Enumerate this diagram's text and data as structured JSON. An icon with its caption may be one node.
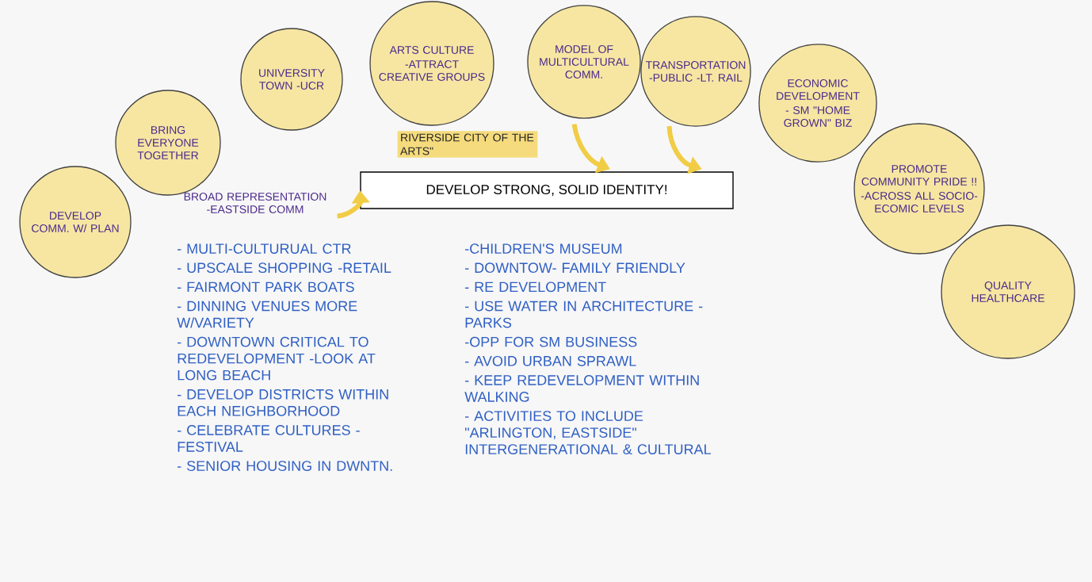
{
  "diagram": {
    "nodes": [
      {
        "text": [
          "DEVELOP COMM. W/ PLAN"
        ]
      },
      {
        "text": [
          "BRING EVERYONE TOGETHER",
          "BROAD REPRESENTATION -EASTSIDE COMM"
        ]
      },
      {
        "text": [
          "UNIVERSITY TOWN -UCR"
        ]
      },
      {
        "text": [
          "ARTS CULTURE",
          "-ATTRACT CREATIVE GROUPS"
        ],
        "beside": [
          "RIVERSIDE CITY OF THE ARTS\""
        ]
      },
      {
        "text": [
          "MODEL OF MULTICULTURAL COMM."
        ]
      },
      {
        "text": [
          "TRANSPORTATION -PUBLIC -LT. RAIL"
        ]
      },
      {
        "text": [
          "ECONOMIC DEVELOPMENT",
          "- SM \"HOME GROWN\" BIZ"
        ]
      },
      {
        "text": [
          "PROMOTE COMMUNITY PRIDE !!",
          "-ACROSS ALL SOCIO-ECOMIC LEVELS"
        ]
      },
      {
        "text": [
          "QUALITY HEALTHCARE"
        ]
      },
      {
        "text": [
          "DEVELOP STRONG, SOLID IDENTITY!"
        ]
      }
    ],
    "edges": [
      {
        "from": 1,
        "to": 9,
        "arrow": "to"
      },
      {
        "from": 4,
        "to": 9,
        "arrow": "to"
      },
      {
        "from": 5,
        "to": 9,
        "arrow": "to"
      }
    ],
    "labels": [
      "- MULTI-CULTURUAL CTR",
      "- UPSCALE SHOPPING -RETAIL",
      "- FAIRMONT PARK BOATS",
      "- DINNING VENUES MORE W/VARIETY",
      "- DOWNTOWN CRITICAL TO REDEVELOPMENT -LOOK AT LONG BEACH",
      "- DEVELOP DISTRICTS WITHIN EACH NEIGHBORHOOD",
      "- CELEBRATE CULTURES - FESTIVAL",
      "- SENIOR HOUSING IN DWNTN.",
      "-CHILDREN'S MUSEUM",
      "- DOWNTOW- FAMILY FRIENDLY",
      "- RE DEVELOPMENT",
      "- USE WATER IN ARCHITECTURE -PARKS",
      "-OPP FOR SM BUSINESS",
      "- AVOID URBAN SPRAWL",
      "- KEEP REDEVELOPMENT WITHIN WALKING",
      "- ACTIVITIES TO INCLUDE \"ARLINGTON, EASTSIDE\" INTERGENERATIONAL & CULTURAL"
    ]
  }
}
